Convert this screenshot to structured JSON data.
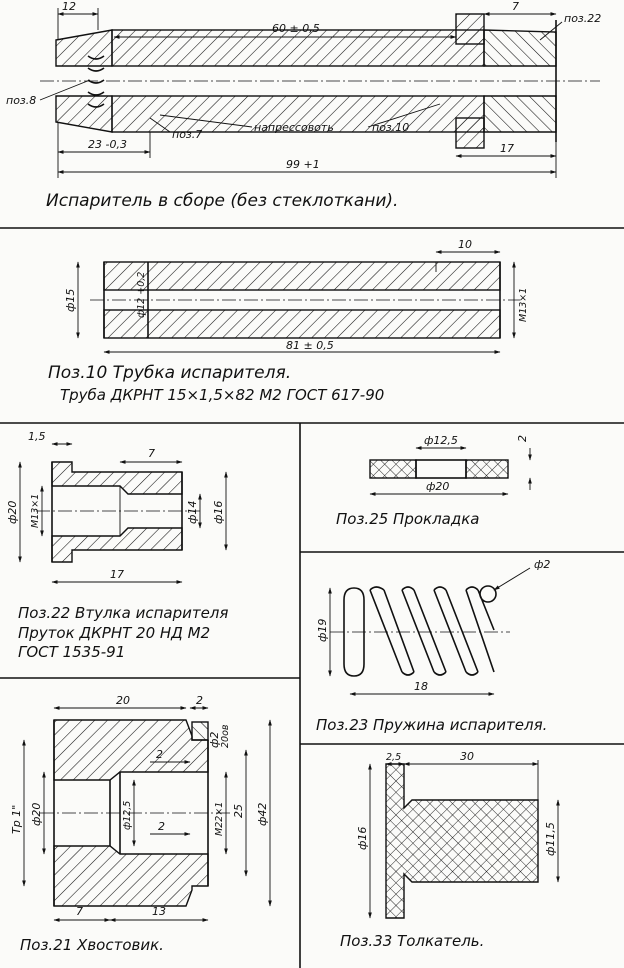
{
  "assembly": {
    "dim_12": "12",
    "dim_60": "60 ± 0,5",
    "dim_7": "7",
    "pos22": "поз.22",
    "pos8": "поз.8",
    "pos7": "поз.7",
    "press_fit": "напрессовоть",
    "pos10": "поз.10",
    "dim_23": "23 -0,3",
    "dim_17": "17",
    "dim_99": "99 +1",
    "caption": "Испаритель  в сборе  (без  стеклоткани)."
  },
  "tube": {
    "dim_10": "10",
    "dia_15": "ф15",
    "dia_12": "ф12 +0,2",
    "thread": "M13×1",
    "dim_81": "81 ± 0,5",
    "caption": "Поз.10  Трубка  испарителя.",
    "spec": "Труба ДКРНТ 15×1,5×82 М2  ГОСТ 617-90"
  },
  "bushing": {
    "dim_1_5": "1,5",
    "dim_7": "7",
    "dia_20": "ф20",
    "thread": "M13×1",
    "dia_14": "ф14",
    "dia_16": "ф16",
    "dim_17": "17",
    "caption": "Поз.22 Втулка испарителя",
    "spec1": "Пруток ДКРНТ 20 НД М2",
    "spec2": "ГОСТ 1535-91"
  },
  "gasket": {
    "dia_12_5": "ф12,5",
    "dia_20": "ф20",
    "dim_2": "2",
    "caption": "Поз.25  Прокладка"
  },
  "spring": {
    "dia_2": "ф2",
    "dia_19": "ф19",
    "dim_18": "18",
    "caption": "Поз.23 Пружина испарителя."
  },
  "shank": {
    "dim_20": "20",
    "dim_2": "2",
    "thread_tr": "Tp 1\"",
    "dia_20": "ф20",
    "dia_12_5": "ф12,5",
    "thread_m22": "M22×1",
    "dim_25": "25",
    "dia_42": "ф42",
    "groove_a": "ф2",
    "groove_b": "20ов",
    "dim_2b": "2",
    "dim_2c": "2",
    "dim_7": "7",
    "dim_13": "13",
    "caption": "Поз.21   Хвостовик."
  },
  "pusher": {
    "dim_2_5": "2,5",
    "dim_30": "30",
    "dia_16": "ф16",
    "dia_11_5": "ф11,5",
    "caption": "Поз.33  Толкатель."
  }
}
